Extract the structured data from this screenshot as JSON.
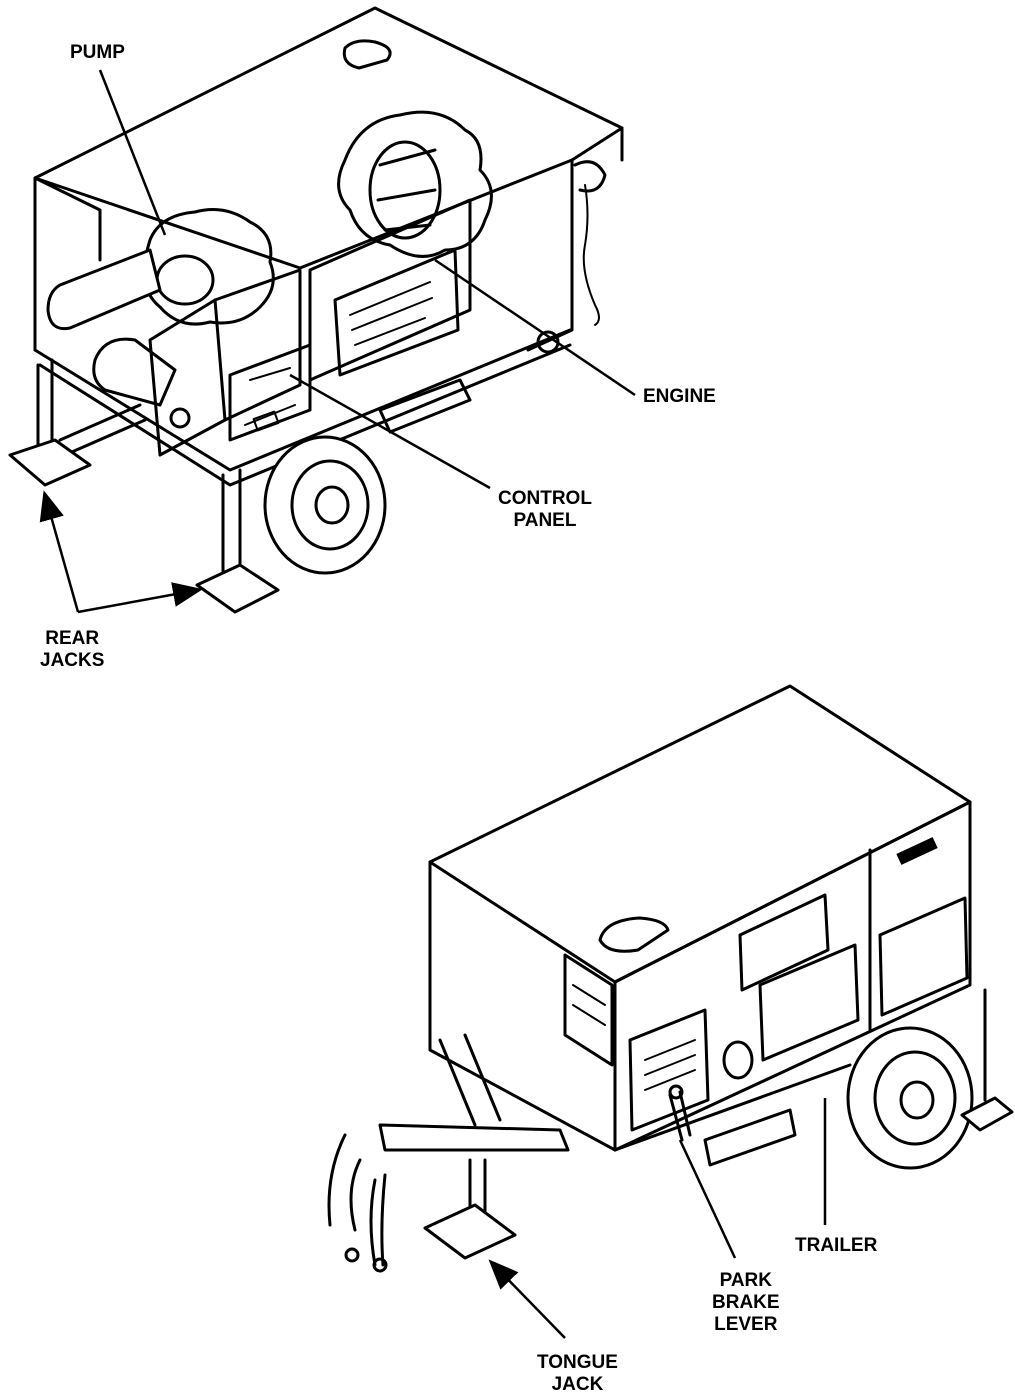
{
  "labels": {
    "pump": "PUMP",
    "engine": "ENGINE",
    "control_panel": "CONTROL\nPANEL",
    "rear_jacks": "REAR\nJACKS",
    "trailer": "TRAILER",
    "park_brake_lever": "PARK\nBRAKE\nLEVER",
    "tongue_jack": "TONGUE\nJACK"
  },
  "colors": {
    "ink": "#000000",
    "paper": "#ffffff"
  }
}
